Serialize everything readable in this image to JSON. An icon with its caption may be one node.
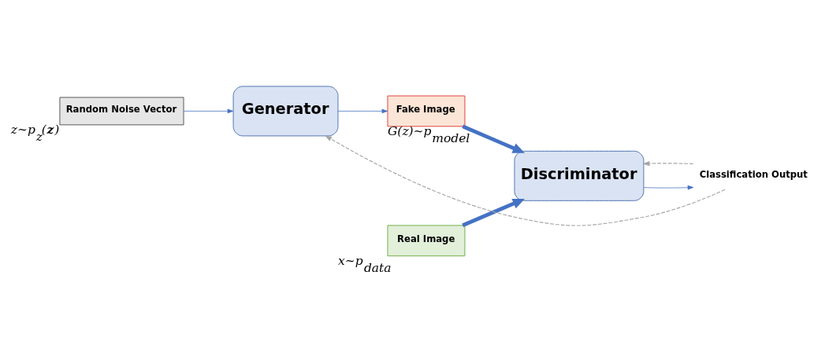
{
  "diagram": {
    "nodes": [
      {
        "text": [
          "Random Noise Vector"
        ],
        "beside": [
          "z~p$_{z}$(**z**)"
        ]
      },
      {
        "text": [
          "Generator"
        ]
      },
      {
        "text": [
          "Real Image"
        ],
        "beside": [
          "x~p$_{data}$"
        ]
      },
      {
        "text": [
          "Fake Image"
        ],
        "beside": [
          "G(z)~p$_{model}$"
        ]
      },
      {
        "text": [
          "Discriminator"
        ]
      },
      {
        "text": [
          "Classification Output"
        ]
      }
    ],
    "edges": [
      {
        "from": 0,
        "to": 1,
        "arrow": "to"
      },
      {
        "from": 1,
        "to": 3,
        "arrow": "to"
      },
      {
        "from": 2,
        "to": 4,
        "arrow": "to",
        "style": "thick"
      },
      {
        "from": 3,
        "to": 4,
        "arrow": "to",
        "style": "thick"
      },
      {
        "from": 4,
        "to": 5,
        "arrow": "to"
      },
      {
        "from": 5,
        "to": 4,
        "arrow": "to",
        "style": "dashed",
        "color": "#a6a6a6"
      },
      {
        "from": 5,
        "to": 1,
        "arrow": "to",
        "style": "dashed",
        "color": "#a6a6a6"
      }
    ]
  }
}
